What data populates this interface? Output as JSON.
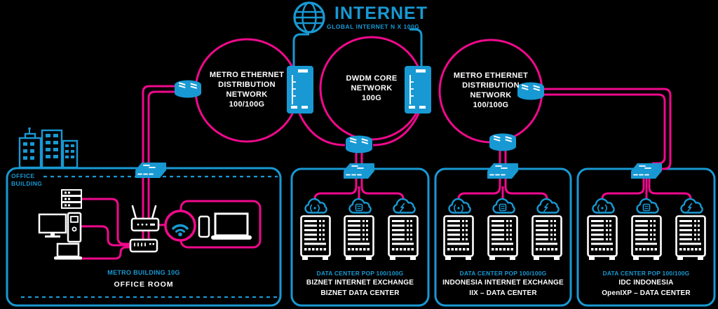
{
  "colors": {
    "background": "#000000",
    "blue": "#1899D3",
    "pink": "#F0098C",
    "white": "#FFFFFF"
  },
  "header": {
    "title": "INTERNET",
    "subtitle": "GLOBAL INTERNET N X 100G"
  },
  "networks": [
    {
      "label": "METRO ETHERNET\nDISTRIBUTION\nNETWORK\n100/100G"
    },
    {
      "label": "DWDM CORE\nNETWORK\n100G"
    },
    {
      "label": "METRO ETHERNET\nDISTRIBUTION\nNETWORK\n100/100G"
    }
  ],
  "office": {
    "building_label": "OFFICE\nBUILDING",
    "pop_label": "METRO BUILDING 10G",
    "room_label": "OFFICE ROOM"
  },
  "datacenters": [
    {
      "pop_label": "DATA CENTER POP 100/100G",
      "name_line1": "BIZNET INTERNET EXCHANGE",
      "name_line2": "BIZNET DATA CENTER"
    },
    {
      "pop_label": "DATA CENTER POP 100/100G",
      "name_line1": "INDONESIA INTERNET EXCHANGE",
      "name_line2": "IIX – DATA CENTER"
    },
    {
      "pop_label": "DATA CENTER POP 100/100G",
      "name_line1": "IDC INDONESIA",
      "name_line2": "OpenIXP – DATA CENTER"
    }
  ],
  "icons": {
    "globe-icon": "wireframe globe",
    "office-building-icon": "city buildings skyline",
    "router-icon": "blue cylinder router",
    "dwdm-node-icon": "blue equipment chassis",
    "switch-icon": "blue 3d switch",
    "cloud-wireless-icon": "cloud with broadcast glyph",
    "cloud-server-icon": "cloud with server glyph",
    "cloud-lightning-icon": "cloud with bolt glyph",
    "server-rack-icon": "white server rack outline",
    "storage-unit-icon": "stacked media units",
    "desktop-computer-icon": "monitor and tower",
    "laptop-icon": "laptop outline",
    "lan-switch-icon": "white desktop switch",
    "wifi-router-icon": "router with antennas",
    "wifi-signal-icon": "blue wifi waves in pink circle",
    "smartphone-icon": "phone outline"
  }
}
